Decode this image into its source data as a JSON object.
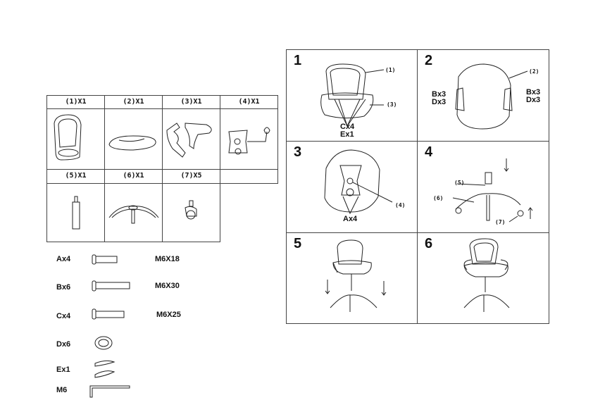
{
  "parts": [
    {
      "label": "(1)X1",
      "name": "backrest"
    },
    {
      "label": "(2)X1",
      "name": "seat"
    },
    {
      "label": "(3)X1",
      "name": "armrests"
    },
    {
      "label": "(4)X1",
      "name": "mechanism"
    },
    {
      "label": "(5)X1",
      "name": "gas-lift"
    },
    {
      "label": "(6)X1",
      "name": "base"
    },
    {
      "label": "(7)X5",
      "name": "casters"
    }
  ],
  "hardware": [
    {
      "code": "Ax4",
      "size": "M6X18"
    },
    {
      "code": "Bx6",
      "size": "M6X30"
    },
    {
      "code": "Cx4",
      "size": "M6X25"
    },
    {
      "code": "Dx6",
      "size": ""
    },
    {
      "code": "Ex1",
      "size": ""
    },
    {
      "code": "M6",
      "size": ""
    }
  ],
  "steps": [
    {
      "num": "1",
      "labels": [
        "(1)",
        "(3)",
        "Cx4",
        "Ex1"
      ]
    },
    {
      "num": "2",
      "labels": [
        "(2)",
        "Bx3",
        "Dx3",
        "Bx3",
        "Dx3"
      ]
    },
    {
      "num": "3",
      "labels": [
        "(4)",
        "Ax4"
      ]
    },
    {
      "num": "4",
      "labels": [
        "(5)",
        "(6)",
        "(7)"
      ]
    },
    {
      "num": "5",
      "labels": []
    },
    {
      "num": "6",
      "labels": []
    }
  ]
}
